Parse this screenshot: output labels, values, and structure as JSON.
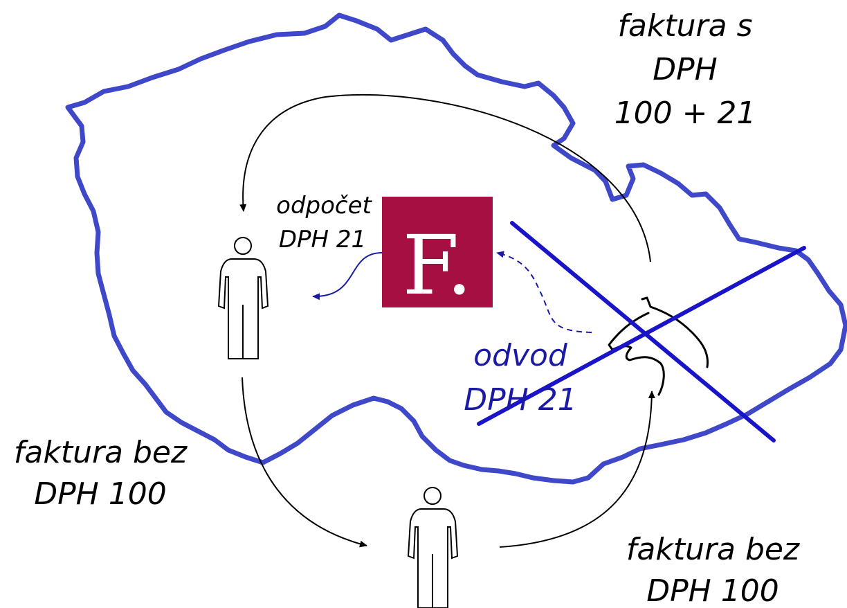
{
  "labels": {
    "invoice_with_vat": [
      "faktura s",
      "DPH",
      "100 + 21"
    ],
    "invoice_without_vat_left": [
      "faktura bez",
      "DPH 100"
    ],
    "invoice_without_vat_bottom": [
      "faktura bez",
      "DPH 100"
    ],
    "vat_deduction": [
      "odpočet",
      "DPH 21"
    ],
    "vat_payment": [
      "odvod",
      "DPH 21"
    ]
  },
  "logo": {
    "letter": "F."
  },
  "icons": {
    "person": "person-outline-icon",
    "horse": "horse-head-icon",
    "cross": "cross-out-mark"
  },
  "colors": {
    "map_outline": "#3f48c8",
    "cross": "#1a14c8",
    "logo_bg": "#a50f42",
    "logo_fg": "#ffffff",
    "arrow_black": "#000000",
    "arrow_blue": "#1a1aa6",
    "label_black": "#000000",
    "label_blue": "#1a1aa6"
  }
}
